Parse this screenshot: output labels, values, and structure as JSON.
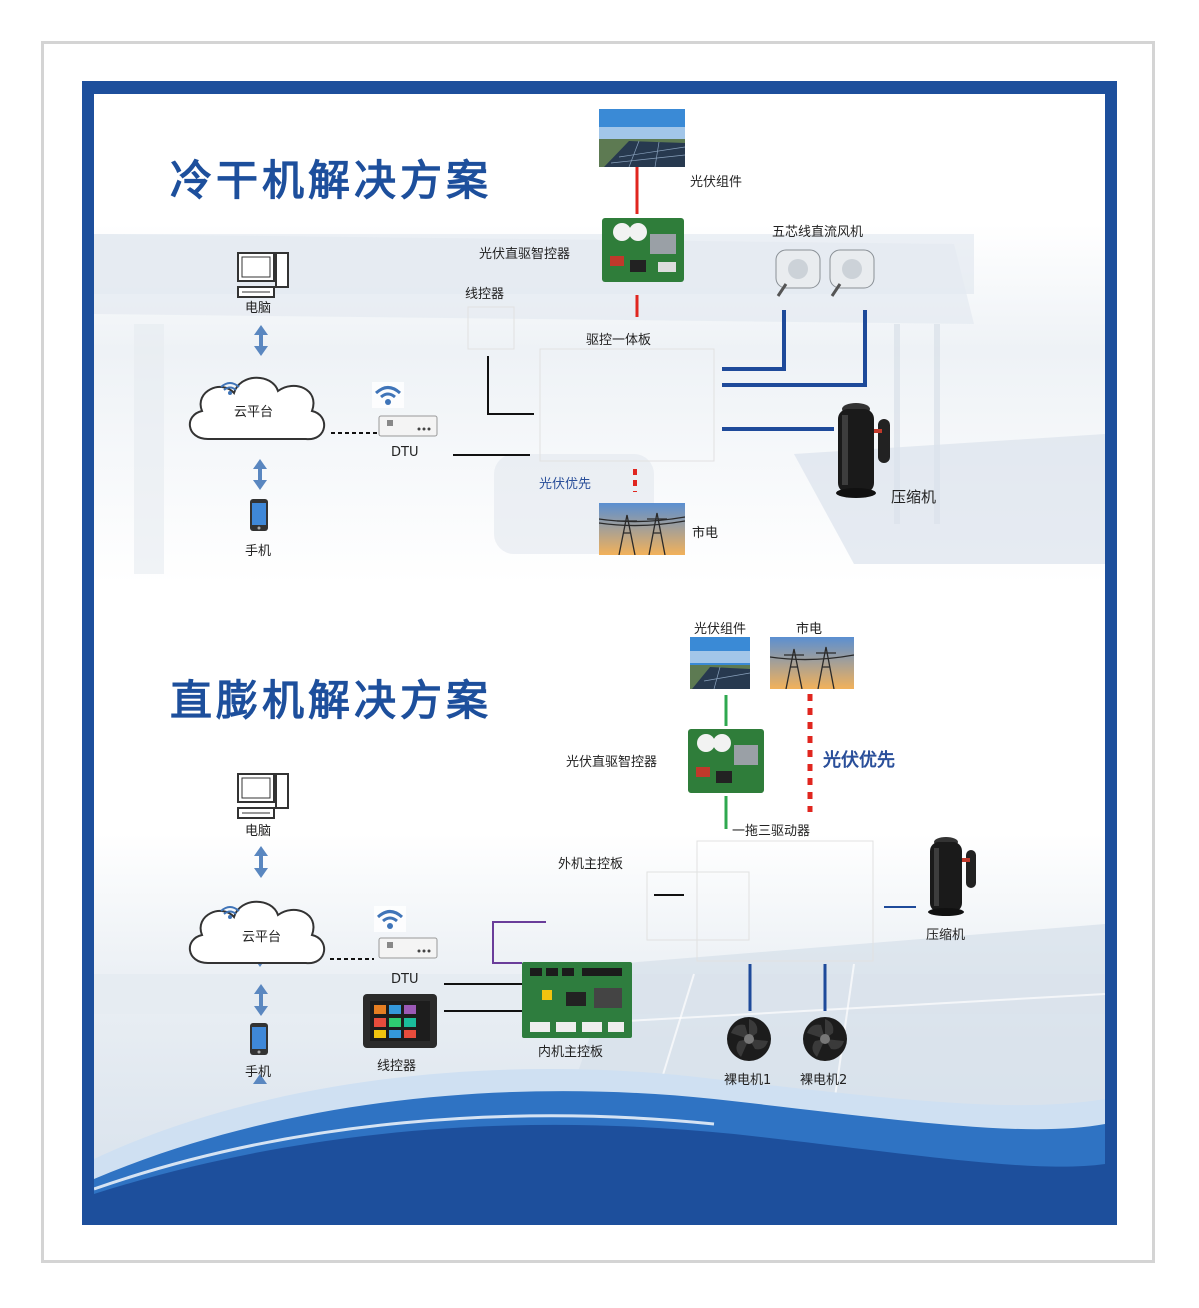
{
  "sections": {
    "top": {
      "title": "冷干机解决方案",
      "labels": {
        "pv_module": "光伏组件",
        "pv_controller": "光伏直驱智控器",
        "wire_controller": "线控器",
        "drive_board": "驱控一体板",
        "fan": "五芯线直流风机",
        "computer": "电脑",
        "cloud": "云平台",
        "dtu": "DTU",
        "pv_priority": "光伏优先",
        "compressor": "压缩机",
        "grid": "市电",
        "phone": "手机"
      }
    },
    "bottom": {
      "title": "直膨机解决方案",
      "labels": {
        "pv_module": "光伏组件",
        "grid": "市电",
        "pv_controller": "光伏直驱智控器",
        "pv_priority": "光伏优先",
        "driver": "一拖三驱动器",
        "outdoor_board": "外机主控板",
        "compressor": "压缩机",
        "computer": "电脑",
        "cloud": "云平台",
        "dtu": "DTU",
        "wire_controller": "线控器",
        "indoor_board": "内机主控板",
        "motor1": "裸电机1",
        "motor2": "裸电机2",
        "phone": "手机"
      }
    }
  },
  "colors": {
    "brand_blue": "#1d4f9c",
    "line_blue": "#1e4a9a",
    "pv_red": "#e0261f",
    "pv_green": "#2fa84f",
    "purple": "#6a3d9a",
    "frame_gray": "#d4d4d4"
  },
  "icons": [
    "computer-icon",
    "cloud-icon",
    "wifi-icon",
    "phone-icon",
    "dtu-icon",
    "fan-icon",
    "compressor-icon",
    "solar-panel-icon",
    "power-tower-icon",
    "circuit-board-icon",
    "touchscreen-icon",
    "axial-fan-icon",
    "bidirectional-arrow-icon"
  ]
}
